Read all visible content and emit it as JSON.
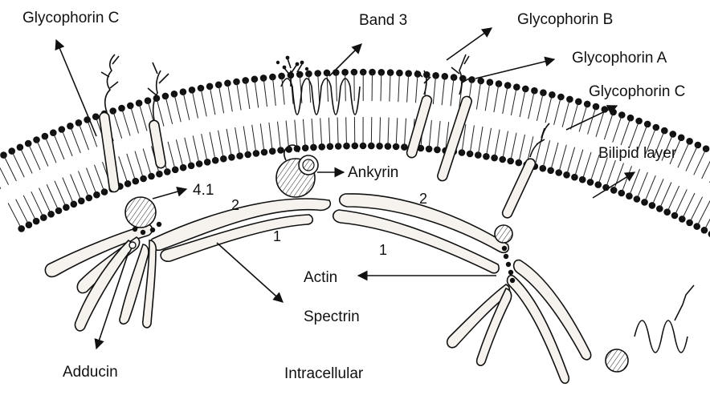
{
  "labels": {
    "glycophorin_c_left": "Glycophorin C",
    "band3": "Band 3",
    "glycophorin_b": "Glycophorin B",
    "glycophorin_a": "Glycophorin A",
    "glycophorin_c_right": "Glycophorin C",
    "bilipid_layer": "Bilipid layer",
    "ankyrin": "Ankyrin",
    "protein_41": "4.1",
    "actin": "Actin",
    "spectrin": "Spectrin",
    "adducin": "Adducin",
    "intracellular": "Intracellular"
  },
  "strand_numbers": {
    "left_2": "2",
    "left_1": "1",
    "right_2": "2",
    "right_1": "1"
  }
}
